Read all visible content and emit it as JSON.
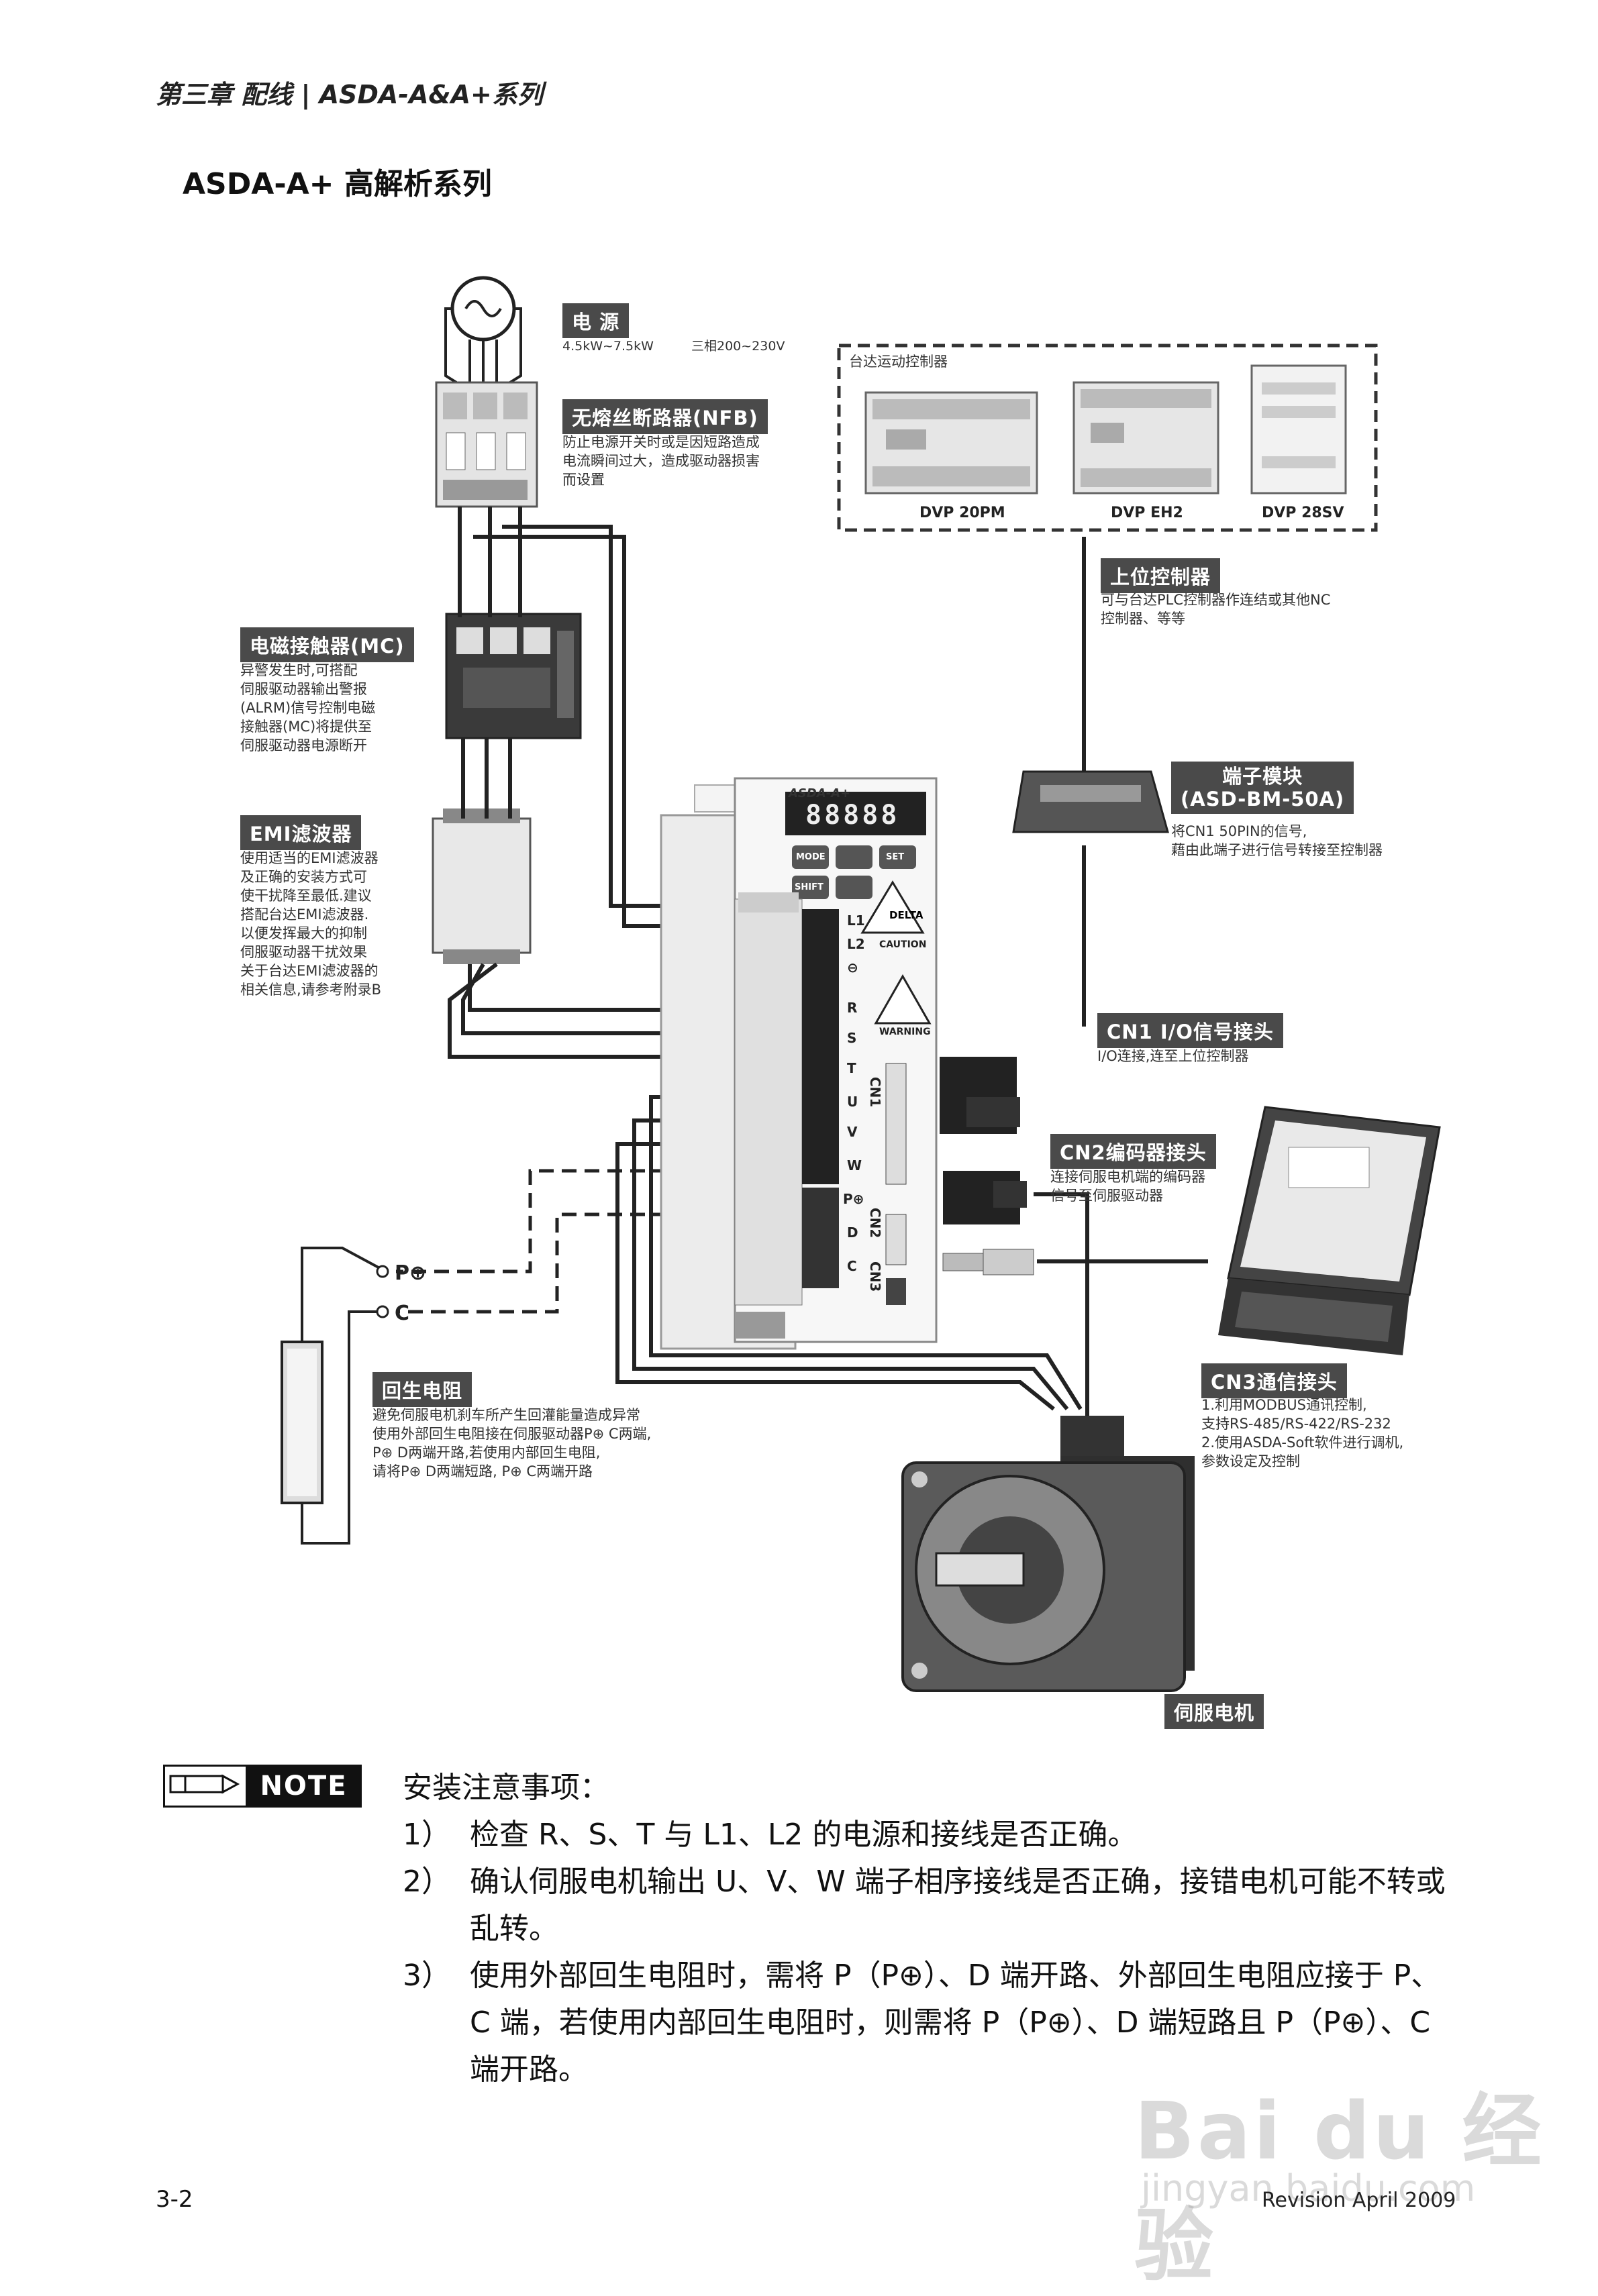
{
  "header": {
    "chapter": "第三章 配线 | ASDA-A&A+系列"
  },
  "section_title": "ASDA-A+  高解析系列",
  "diagram": {
    "power": {
      "label": "电  源",
      "spec_left": "4.5kW~7.5kW",
      "spec_right": "三相200~230V"
    },
    "nfb": {
      "label": "无熔丝断路器(NFB)",
      "desc": "防止电源开关时或是因短路造成\n电流瞬间过大，造成驱动器损害\n而设置"
    },
    "mc": {
      "label": "电磁接触器(MC)",
      "desc": "异警发生时,可搭配\n伺服驱动器输出警报\n(ALRM)信号控制电磁\n接触器(MC)将提供至\n伺服驱动器电源断开"
    },
    "emi": {
      "label": "EMI滤波器",
      "desc": "使用适当的EMI滤波器\n及正确的安装方式可\n使干扰降至最低.建议\n搭配台达EMI滤波器.\n以便发挥最大的抑制\n伺服驱动器干扰效果\n关于台达EMI滤波器的\n相关信息,请参考附录B"
    },
    "motion_controller": {
      "title": "台达运动控制器",
      "models": [
        "DVP 20PM",
        "DVP EH2",
        "DVP 28SV"
      ]
    },
    "host_controller": {
      "label": "上位控制器",
      "desc": "可与台达PLC控制器作连结或其他NC\n控制器、等等"
    },
    "terminal_module": {
      "label_line1": "端子模块",
      "label_line2": "(ASD-BM-50A)",
      "desc": "将CN1 50PIN的信号,\n藉由此端子进行信号转接至控制器"
    },
    "cn1": {
      "label": "CN1 I/O信号接头",
      "desc": "I/O连接,连至上位控制器"
    },
    "cn2": {
      "label": "CN2编码器接头",
      "desc": "连接伺服电机端的编码器\n信号至伺服驱动器"
    },
    "cn3": {
      "label": "CN3通信接头",
      "desc": "1.利用MODBUS通讯控制,\n   支持RS-485/RS-422/RS-232\n2.使用ASDA-Soft软件进行调机,\n   参数设定及控制"
    },
    "regen": {
      "label": "回生电阻",
      "desc": "避免伺服电机刹车所产生回灌能量造成异常\n使用外部回生电阻接在伺服驱动器P⊕ C两端,\nP⊕ D两端开路,若使用内部回生电阻,\n请将P⊕ D两端短路, P⊕ C两端开路",
      "term_p": "P⊕",
      "term_c": "C"
    },
    "motor": {
      "label": "伺服电机"
    },
    "drive": {
      "brand": "ASDA-A+",
      "display": "88888",
      "keys": [
        "MODE",
        "SET",
        "SHIFT"
      ],
      "terminals": [
        "L1",
        "L2",
        "⊖",
        "R",
        "S",
        "T",
        "U",
        "V",
        "W",
        "P⊕",
        "D",
        "C"
      ],
      "connectors": [
        "CN1",
        "CN2",
        "CN3"
      ],
      "caution": "CAUTION",
      "warning": "WARNING",
      "maker": "DELTA"
    }
  },
  "note": {
    "badge": "NOTE",
    "heading": "安装注意事项：",
    "items": [
      {
        "num": "1）",
        "text": "检查 R、S、T 与 L1、L2 的电源和接线是否正确。"
      },
      {
        "num": "2）",
        "text": "确认伺服电机输出 U、V、W 端子相序接线是否正确，接错电机可能不转或乱转。"
      },
      {
        "num": "3）",
        "text": "使用外部回生电阻时，需将 P（P⊕）、D 端开路、外部回生电阻应接于 P、C 端，若使用内部回生电阻时，则需将 P（P⊕）、D 端短路且 P（P⊕）、C 端开路。"
      }
    ]
  },
  "footer": {
    "page": "3-2",
    "revision": "Revision April 2009"
  },
  "watermark": {
    "main": "Bai du 经验",
    "sub": "jingyan.baidu.com"
  }
}
